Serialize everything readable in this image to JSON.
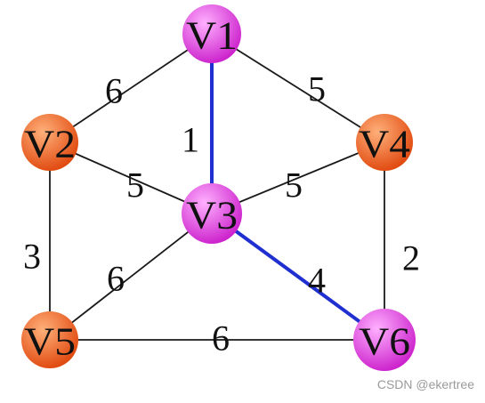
{
  "colors": {
    "background": "#ffffff",
    "edge_default": "#1a1a1a",
    "edge_highlight": "#1f2fd0",
    "node_orange_light": "#ffb07a",
    "node_orange_dark": "#e04a10",
    "node_magenta_light": "#ffb0ff",
    "node_magenta_dark": "#cc22cc"
  },
  "graph": {
    "nodes": [
      {
        "id": "V1",
        "label": "V1",
        "color": "magenta"
      },
      {
        "id": "V2",
        "label": "V2",
        "color": "orange"
      },
      {
        "id": "V3",
        "label": "V3",
        "color": "magenta"
      },
      {
        "id": "V4",
        "label": "V4",
        "color": "orange"
      },
      {
        "id": "V5",
        "label": "V5",
        "color": "orange"
      },
      {
        "id": "V6",
        "label": "V6",
        "color": "magenta"
      }
    ],
    "edges": [
      {
        "from": "V1",
        "to": "V2",
        "weight": "6",
        "highlight": false
      },
      {
        "from": "V1",
        "to": "V4",
        "weight": "5",
        "highlight": false
      },
      {
        "from": "V1",
        "to": "V3",
        "weight": "1",
        "highlight": true
      },
      {
        "from": "V2",
        "to": "V3",
        "weight": "5",
        "highlight": false
      },
      {
        "from": "V4",
        "to": "V3",
        "weight": "5",
        "highlight": false
      },
      {
        "from": "V2",
        "to": "V5",
        "weight": "3",
        "highlight": false
      },
      {
        "from": "V4",
        "to": "V6",
        "weight": "2",
        "highlight": false
      },
      {
        "from": "V3",
        "to": "V5",
        "weight": "6",
        "highlight": false
      },
      {
        "from": "V3",
        "to": "V6",
        "weight": "4",
        "highlight": true
      },
      {
        "from": "V5",
        "to": "V6",
        "weight": "6",
        "highlight": false
      }
    ]
  },
  "watermark": "CSDN @ekertree"
}
